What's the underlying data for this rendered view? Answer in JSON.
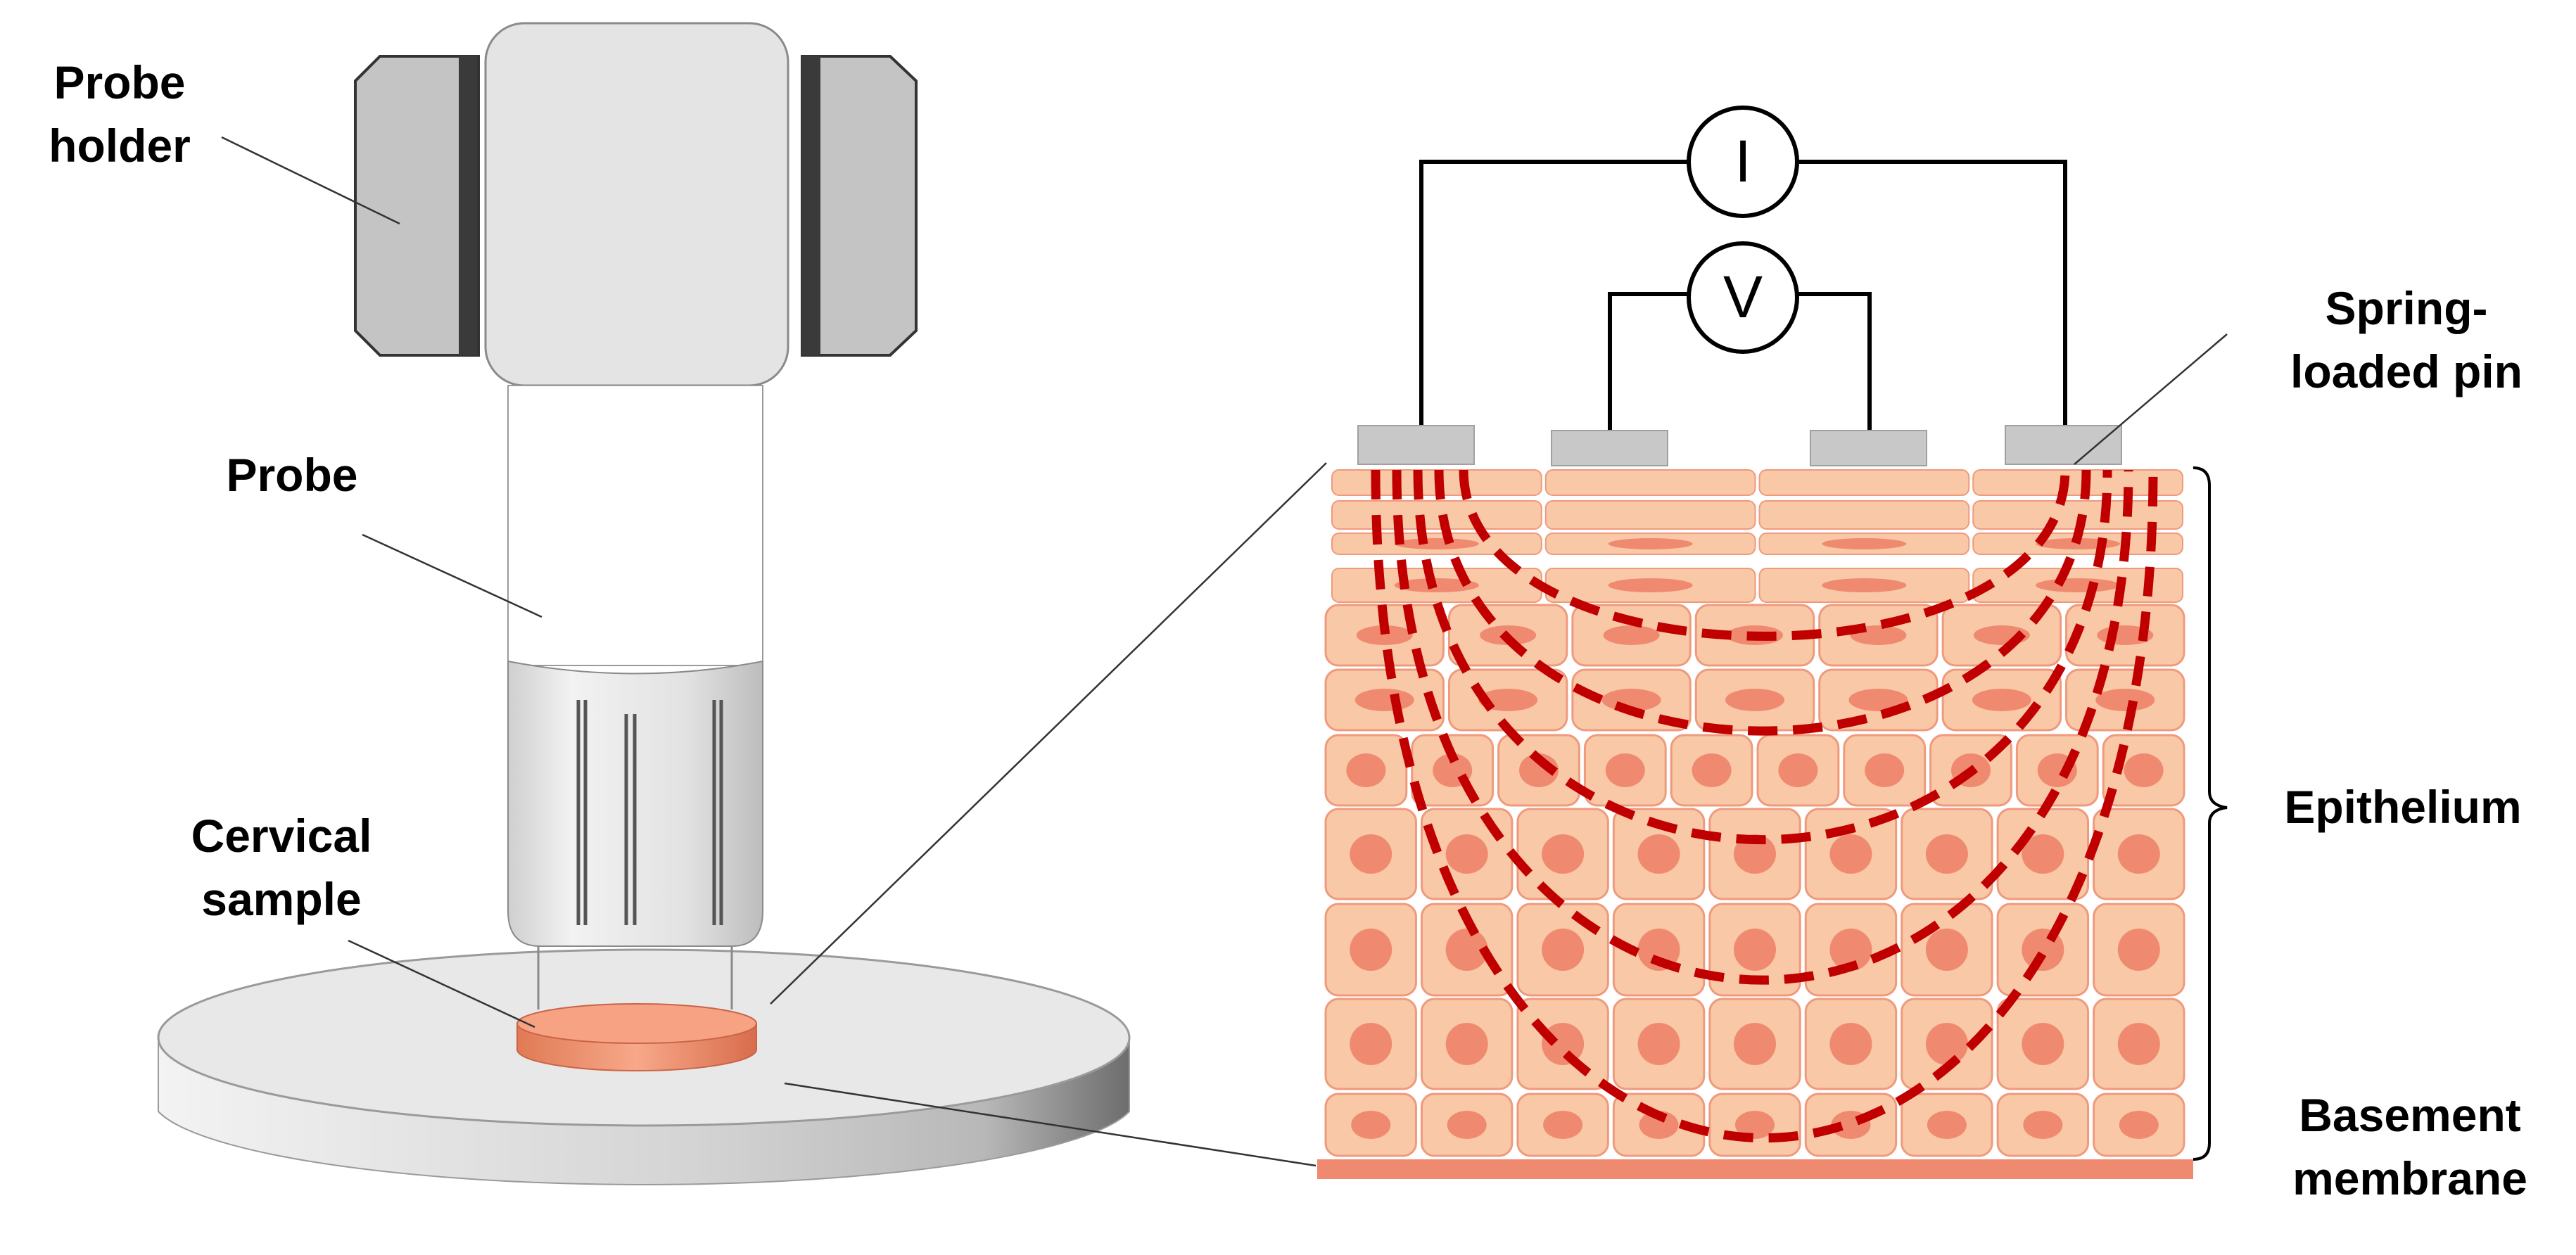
{
  "labels": {
    "probe_holder": [
      "Probe",
      "holder"
    ],
    "probe": "Probe",
    "cervical_sample": [
      "Cervical",
      "sample"
    ],
    "spring_loaded_pin": [
      "Spring-",
      "loaded pin"
    ],
    "epithelium": "Epithelium",
    "basement_membrane": [
      "Basement",
      "membrane"
    ]
  },
  "meters": {
    "current": "I",
    "voltage": "V"
  },
  "colors": {
    "tissue_fill": "#f9c8a6",
    "tissue_stroke": "#ef9a7d",
    "nucleus": "#ef8a70",
    "membrane": "#ef8a70",
    "current_path": "#c00000",
    "pin": "#c8c8c8",
    "probe_holder": "#c4c4c4",
    "probe_body": "#e4e4e4",
    "sample": "#ef8a62"
  }
}
